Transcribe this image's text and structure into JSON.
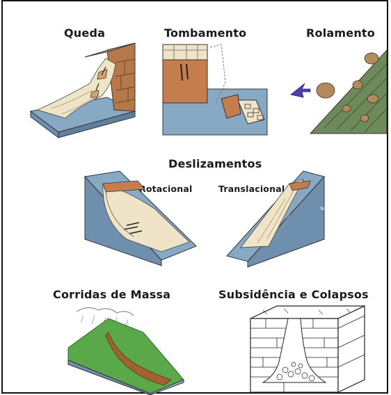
{
  "panels": {
    "queda": "Queda",
    "tombamento": "Tombamento",
    "rolamento": "Rolamento",
    "deslizamentos": "Deslizamentos",
    "rotacional": "Rotacional",
    "translacional": "Translacional",
    "superficie": "Superfície de ruptura",
    "corridas": "Corridas de Massa",
    "subsidencia": "Subsidência e Colapsos"
  },
  "colors": {
    "water": "#87a9c4",
    "slope_side": "#6f8fae",
    "debris": "#efe4c7",
    "rock_brown": "#b4784a",
    "grass": "#5aa84a"
  }
}
